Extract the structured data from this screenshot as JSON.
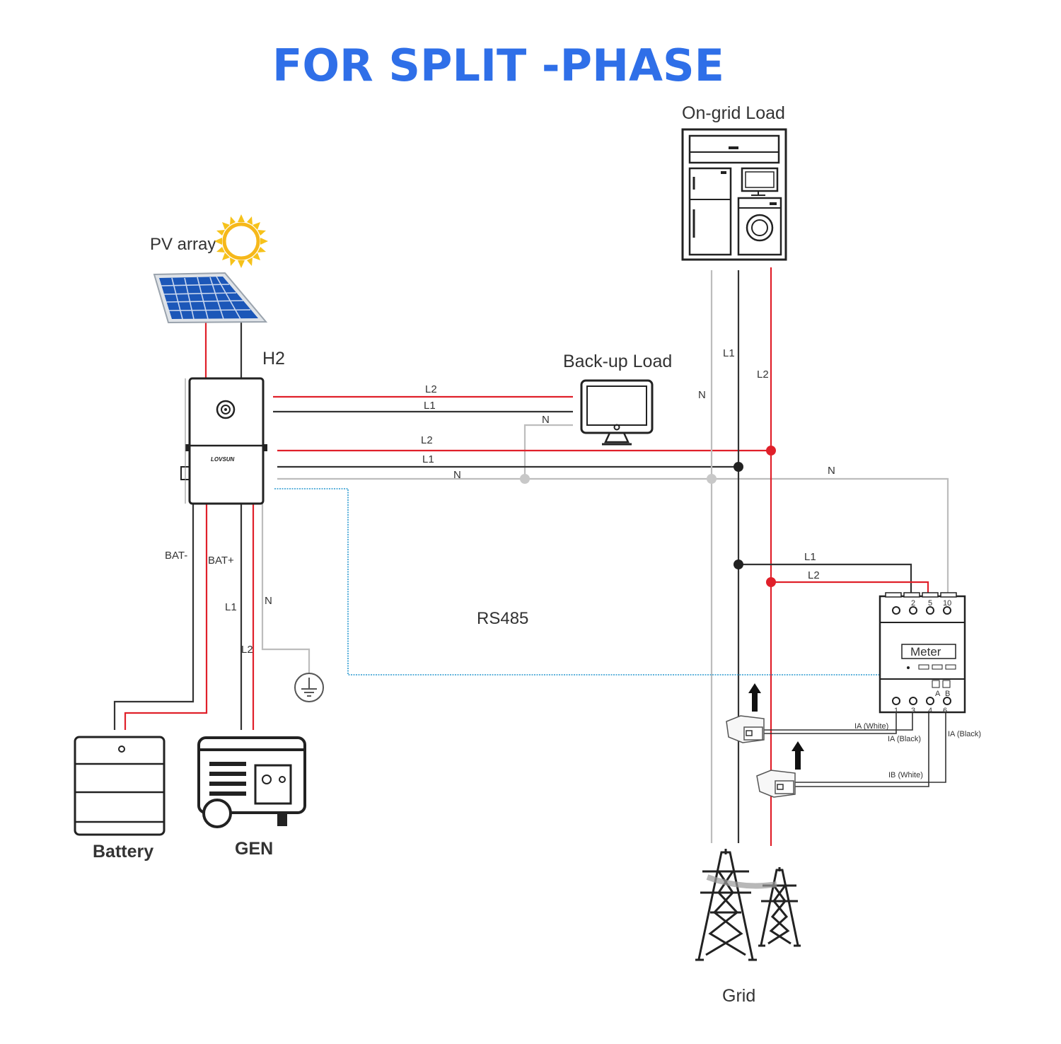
{
  "title": "FOR SPLIT -PHASE",
  "devices": {
    "pv_array": "PV array",
    "inverter": "H2",
    "inverter_brand": "LOVSUN",
    "backup_load": "Back-up Load",
    "ongrid_load": "On-grid Load",
    "battery": "Battery",
    "generator": "GEN",
    "meter": "Meter",
    "grid": "Grid"
  },
  "links": {
    "rs485": "RS485",
    "bat_neg": "BAT-",
    "bat_pos": "BAT+",
    "l1": "L1",
    "l2": "L2",
    "n": "N"
  },
  "meter_terminals": {
    "top": [
      "2",
      "5",
      "10"
    ],
    "bottom": [
      "1",
      "3",
      "4",
      "6"
    ],
    "ab": [
      "A",
      "B"
    ]
  },
  "ct_wires": {
    "ia_white": "IA (White)",
    "ia_black_1": "IA (Black)",
    "ia_black_2": "IA (Black)",
    "ib_white": "IB (White)"
  },
  "colors": {
    "title": "#2f6fe8",
    "l2_wire": "#e0202a",
    "l1_wire": "#333333",
    "n_wire": "#bdbdbd",
    "rs485_wire": "#2b9ad0"
  }
}
